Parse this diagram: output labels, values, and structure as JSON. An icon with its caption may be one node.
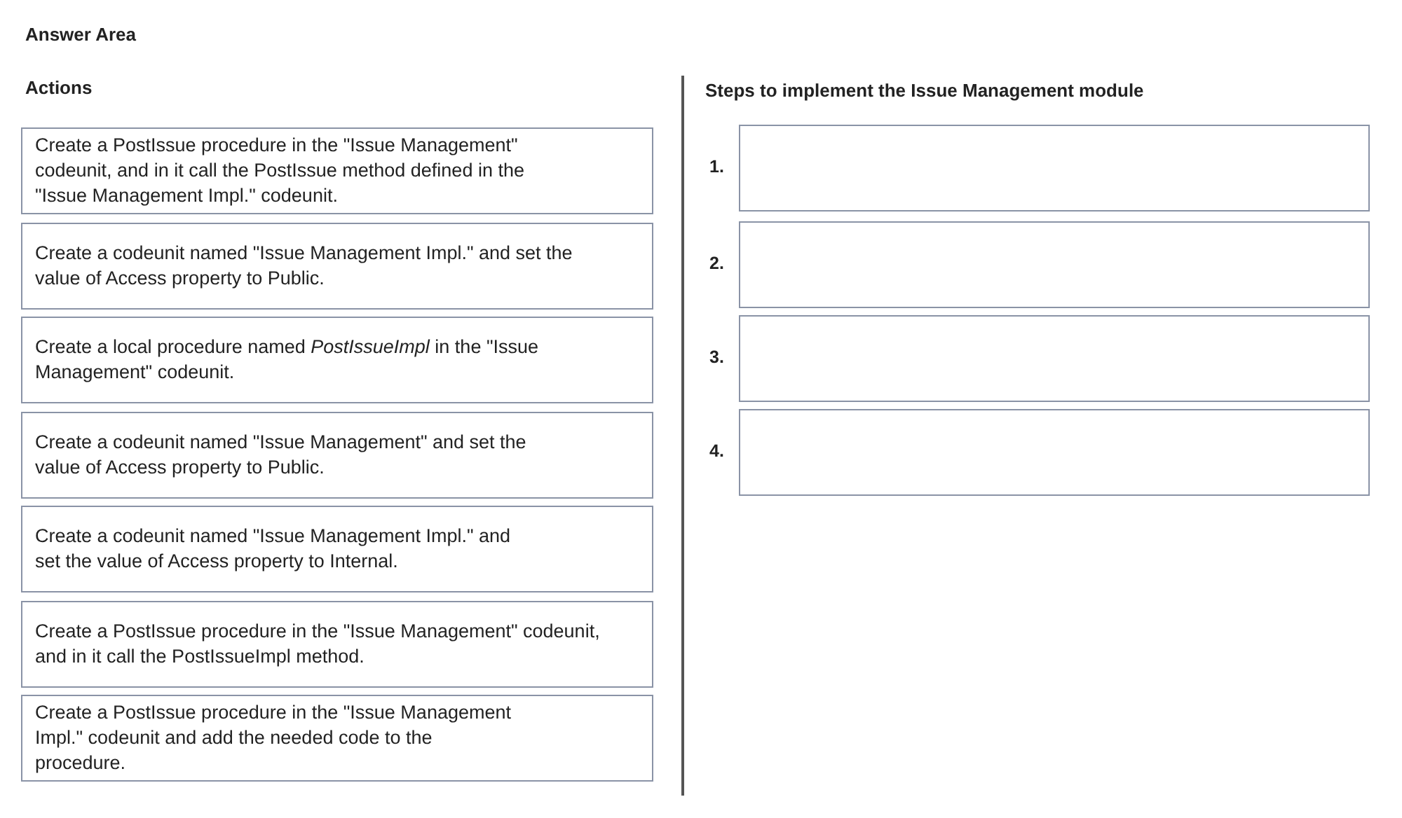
{
  "diagram": {
    "title": "Answer Area",
    "nodes": [
      {
        "text": [
          "Create a PostIssue procedure in the \"Issue Management\" codeunit, and in it call the PostIssue method defined in the \"Issue Management Impl.\" codeunit."
        ]
      },
      {
        "text": [
          "Create a codeunit named \"Issue Management Impl.\" and set the value of Access property to Public."
        ]
      },
      {
        "text": [
          "Create a local procedure named *PostIssueImpl* in the \"Issue Management\" codeunit."
        ]
      },
      {
        "text": [
          "Create a codeunit named \"Issue Management\" and set the value of Access property to Public."
        ]
      },
      {
        "text": [
          "Create a codeunit named \"Issue Management Impl.\" and set the value of Access property to Internal."
        ]
      },
      {
        "text": [
          "Create a PostIssue procedure in the \"Issue Management\" codeunit, and in it call the PostIssueImpl method."
        ]
      },
      {
        "text": [
          "Create a PostIssue procedure in the \"Issue Management Impl.\" codeunit and add the needed code to the procedure."
        ]
      },
      {
        "text": [],
        "shape": "box",
        "beside": [
          "1."
        ]
      },
      {
        "text": [],
        "shape": "box",
        "beside": [
          "2."
        ]
      },
      {
        "text": [],
        "shape": "box",
        "beside": [
          "3."
        ]
      },
      {
        "text": [],
        "shape": "box",
        "beside": [
          "4."
        ]
      }
    ],
    "edges": [],
    "labels": [
      "Actions",
      "Steps to implement the Issue Management module"
    ]
  }
}
